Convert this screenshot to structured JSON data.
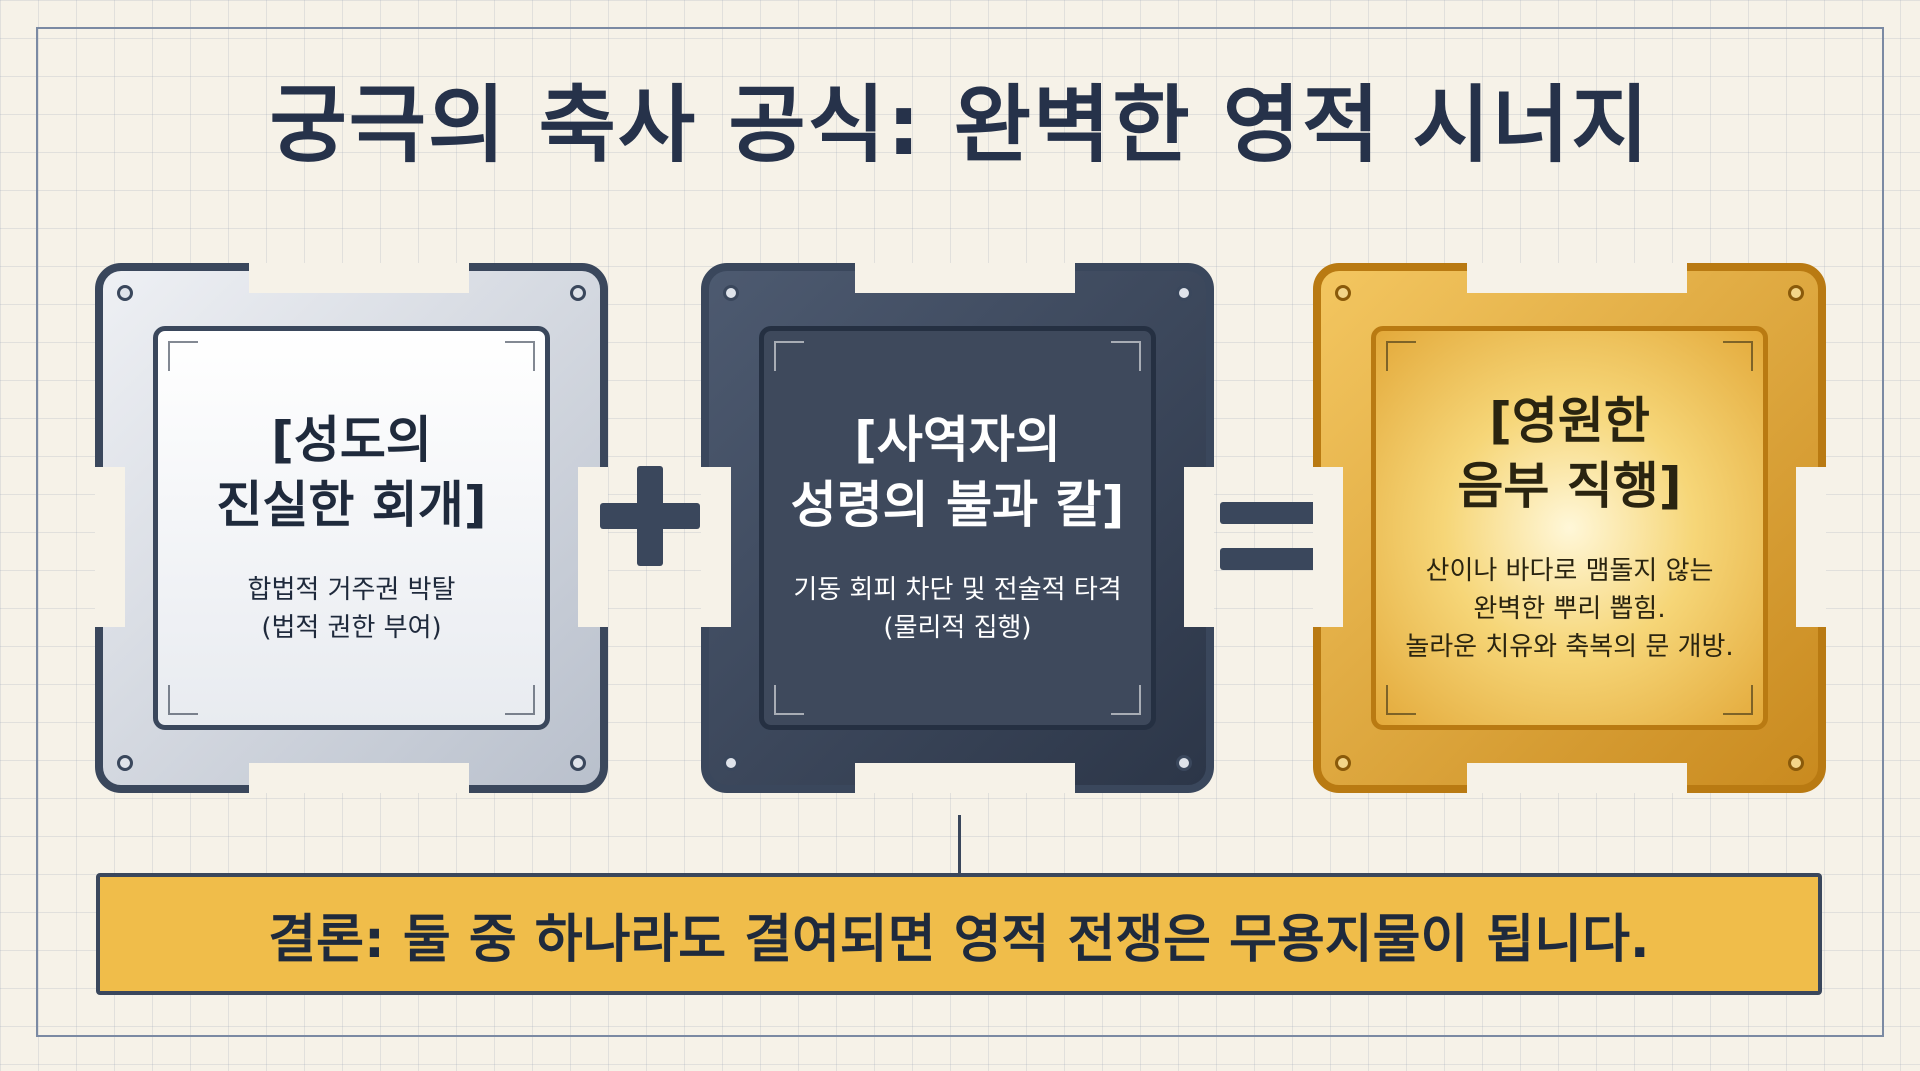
{
  "title": "궁극의 축사 공식: 완벽한 영적 시너지",
  "cards": [
    {
      "title": "[성도의\n진실한 회개]",
      "description": "합법적 거주권 박탈\n(법적 권한 부여)"
    },
    {
      "title": "[사역자의\n성령의 불과 칼]",
      "description": "기동 회피 차단 및 전술적 타격\n(물리적 집행)"
    },
    {
      "title": "[영원한\n음부 직행]",
      "description": "산이나 바다로 맴돌지 않는\n완벽한 뿌리 뽑힘.\n놀라운 치유와 축복의 문 개방."
    }
  ],
  "operators": {
    "plus": "+",
    "equals": "="
  },
  "conclusion": "결론: 둘 중 하나라도 결여되면 영적 전쟁은 무용지물이 됩니다.",
  "colors": {
    "background": "#f6f2e8",
    "navy": "#3a475c",
    "silver": "#e8ebf0",
    "dark": "#3e495c",
    "gold": "#f0bd4a"
  }
}
